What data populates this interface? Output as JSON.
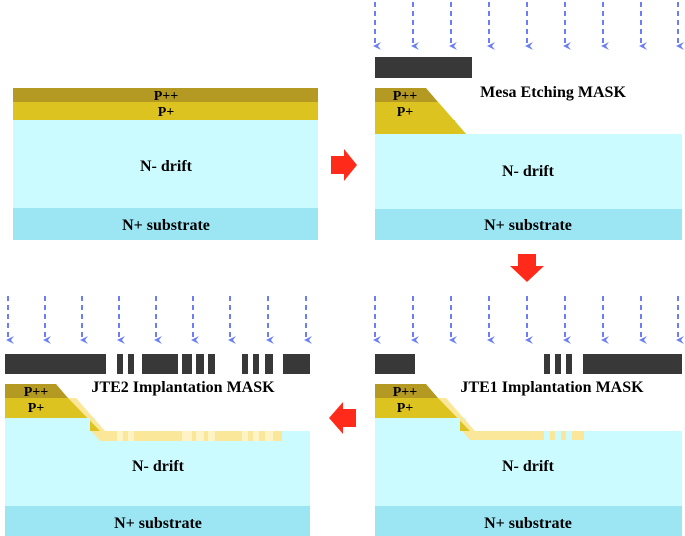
{
  "colors": {
    "p_plus_plus": "#b49a22",
    "p_plus": "#dcc31f",
    "n_drift": "#ccfbff",
    "n_substrate": "#9ce6f4",
    "mask": "#383838",
    "implant_arrow": "#6b7ff2",
    "jte": "#fae79a",
    "process_arrow": "#ff2a1a"
  },
  "panels": {
    "initial": {
      "p_plus_plus": "P++",
      "p_plus": "P+",
      "n_drift": "N- drift",
      "n_substrate": "N+ substrate"
    },
    "mesa": {
      "p_plus_plus": "P++",
      "p_plus": "P+",
      "mask_label": "Mesa Etching MASK",
      "n_drift": "N- drift",
      "n_substrate": "N+ substrate"
    },
    "jte1": {
      "p_plus_plus": "P++",
      "p_plus": "P+",
      "mask_label": "JTE1 Implantation MASK",
      "n_drift": "N- drift",
      "n_substrate": "N+ substrate"
    },
    "jte2": {
      "p_plus_plus": "P++",
      "p_plus": "P+",
      "mask_label": "JTE2 Implantation MASK",
      "n_drift": "N- drift",
      "n_substrate": "N+ substrate"
    }
  }
}
